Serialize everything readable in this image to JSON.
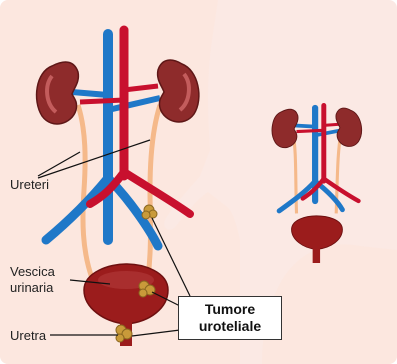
{
  "labels": {
    "ureteri": "Ureteri",
    "vescica_line1": "Vescica",
    "vescica_line2": "urinaria",
    "uretra": "Uretra"
  },
  "callout": {
    "line1": "Tumore",
    "line2": "uroteliale"
  },
  "colors": {
    "background": "#fbe9e4",
    "body_silhouette": "#fde7dc",
    "kidney": "#8e2b2b",
    "vein": "#1f78c8",
    "artery": "#c8102e",
    "ureter": "#f5b98a",
    "bladder": "#9b1c1c",
    "tumor": "#c99a3a"
  }
}
